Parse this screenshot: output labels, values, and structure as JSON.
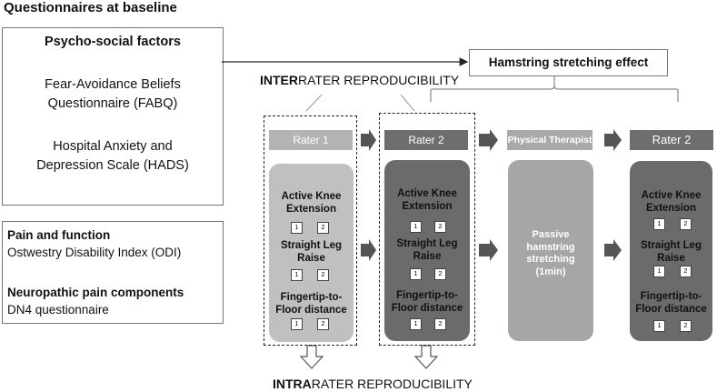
{
  "heading": "Questionnaires at baseline",
  "psycho": {
    "title": "Psycho-social factors",
    "item1": [
      "Fear-Avoidance Beliefs",
      "Questionnaire (FABQ)"
    ],
    "item2": [
      "Hospital Anxiety and",
      "Depression Scale (HADS)"
    ]
  },
  "pain": {
    "title": "Pain and function",
    "item": "Ostwestry Disability Index (ODI)",
    "title2": "Neuropathic pain components",
    "item2": "DN4 questionnaire"
  },
  "inter": {
    "bold": "INTER",
    "rest": "RATER REPRODUCIBILITY"
  },
  "intra": {
    "bold": "INTRA",
    "rest": "RATER REPRODUCIBILITY"
  },
  "hamstring_label": "Hamstring stretching effect",
  "headers": {
    "rater1": "Rater 1",
    "rater2a": "Rater 2",
    "pt": "Physical Therapist",
    "rater2b": "Rater 2"
  },
  "tests": {
    "ake": [
      "Active Knee",
      "Extension"
    ],
    "slr": [
      "Straight  Leg",
      "Raise"
    ],
    "ftf": [
      "Fingertip-to-",
      "Floor distance"
    ]
  },
  "passive": [
    "Passive",
    "hamstring",
    "stretching",
    "(1min)"
  ],
  "check": {
    "one": "1",
    "two": "2"
  },
  "colors": {
    "rater1_header": "#b3b3b3",
    "rater1_panel": "#c0c0c0",
    "rater2_header": "#6e6e6e",
    "rater2_panel": "#6b6b6b",
    "pt_header": "#a9a9a9",
    "pt_panel": "#a6a6a6",
    "arrow": "#555555"
  }
}
